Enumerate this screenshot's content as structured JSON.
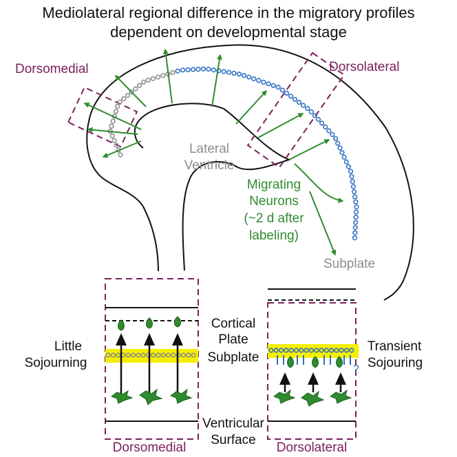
{
  "title": {
    "line1": "Mediolateral regional difference in the migratory profiles",
    "line2": "dependent on developmental stage"
  },
  "regions": {
    "dorsomedial": "Dorsomedial",
    "dorsolateral": "Dorsolateral"
  },
  "brain": {
    "lateral_ventricle": [
      "Lateral",
      "Ventricle"
    ],
    "migrating_neurons": [
      "Migrating",
      "Neurons",
      "(~2 d after",
      "labeling)"
    ],
    "subplate": "Subplate"
  },
  "layers": {
    "cortical_plate": [
      "Cortical",
      "Plate"
    ],
    "subplate": "Subplate",
    "ventricular_surface": [
      "Ventricular",
      "Surface"
    ]
  },
  "panels": {
    "left_behavior": [
      "Little",
      "Sojourning"
    ],
    "right_behavior": [
      "Transient",
      "Sojouring"
    ],
    "left_caption": "Dorsomedial",
    "right_caption": "Dorsolateral",
    "question_mark": "?"
  },
  "colors": {
    "purple": "#7a1e5a",
    "green": "#2e8b2e",
    "gray_cells": "#8c8c8c",
    "blue_cells": "#2f6fc4",
    "subplate_band": "#f4f000",
    "outline": "#111111"
  }
}
